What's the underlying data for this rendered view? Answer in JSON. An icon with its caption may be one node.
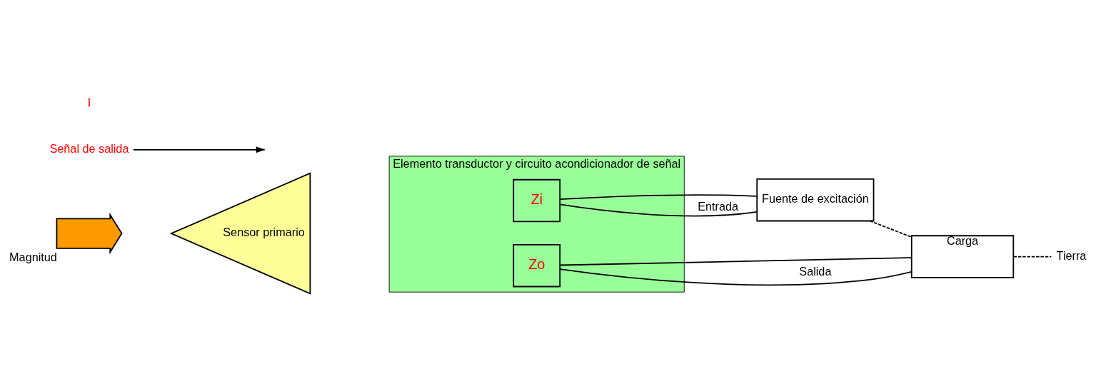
{
  "diagram": {
    "nodes": [
      {
        "text": [],
        "shape": "arrow",
        "beside": [
          "Magnitud"
        ]
      },
      {
        "text": [
          "Sensor primario"
        ]
      },
      {
        "text": [
          "Elemento transductor y circuito acondicionador de señal"
        ]
      },
      {
        "text": [
          "Zi"
        ],
        "in": 2
      },
      {
        "text": [
          "Zo"
        ],
        "in": 2
      },
      {
        "text": [
          "Fuente de excitación"
        ]
      },
      {
        "text": [
          "Carga"
        ]
      },
      {
        "text": [
          "Tierra"
        ]
      },
      {
        "text": [
          "Señal de salida"
        ]
      }
    ],
    "edges": [
      {
        "from": 3,
        "to": 5,
        "arrow": "none"
      },
      {
        "from": 3,
        "to": 5,
        "arrow": "none",
        "label": "Entrada"
      },
      {
        "from": 4,
        "to": 6,
        "arrow": "none"
      },
      {
        "from": 4,
        "to": 6,
        "arrow": "none",
        "label": "Salida"
      },
      {
        "from": 5,
        "to": 6,
        "arrow": "none",
        "style": "dashed"
      },
      {
        "from": 6,
        "to": 7,
        "arrow": "none",
        "style": "dashed"
      },
      {
        "from": 8,
        "to": null,
        "arrow": "to"
      }
    ],
    "labels": [
      "I"
    ]
  }
}
